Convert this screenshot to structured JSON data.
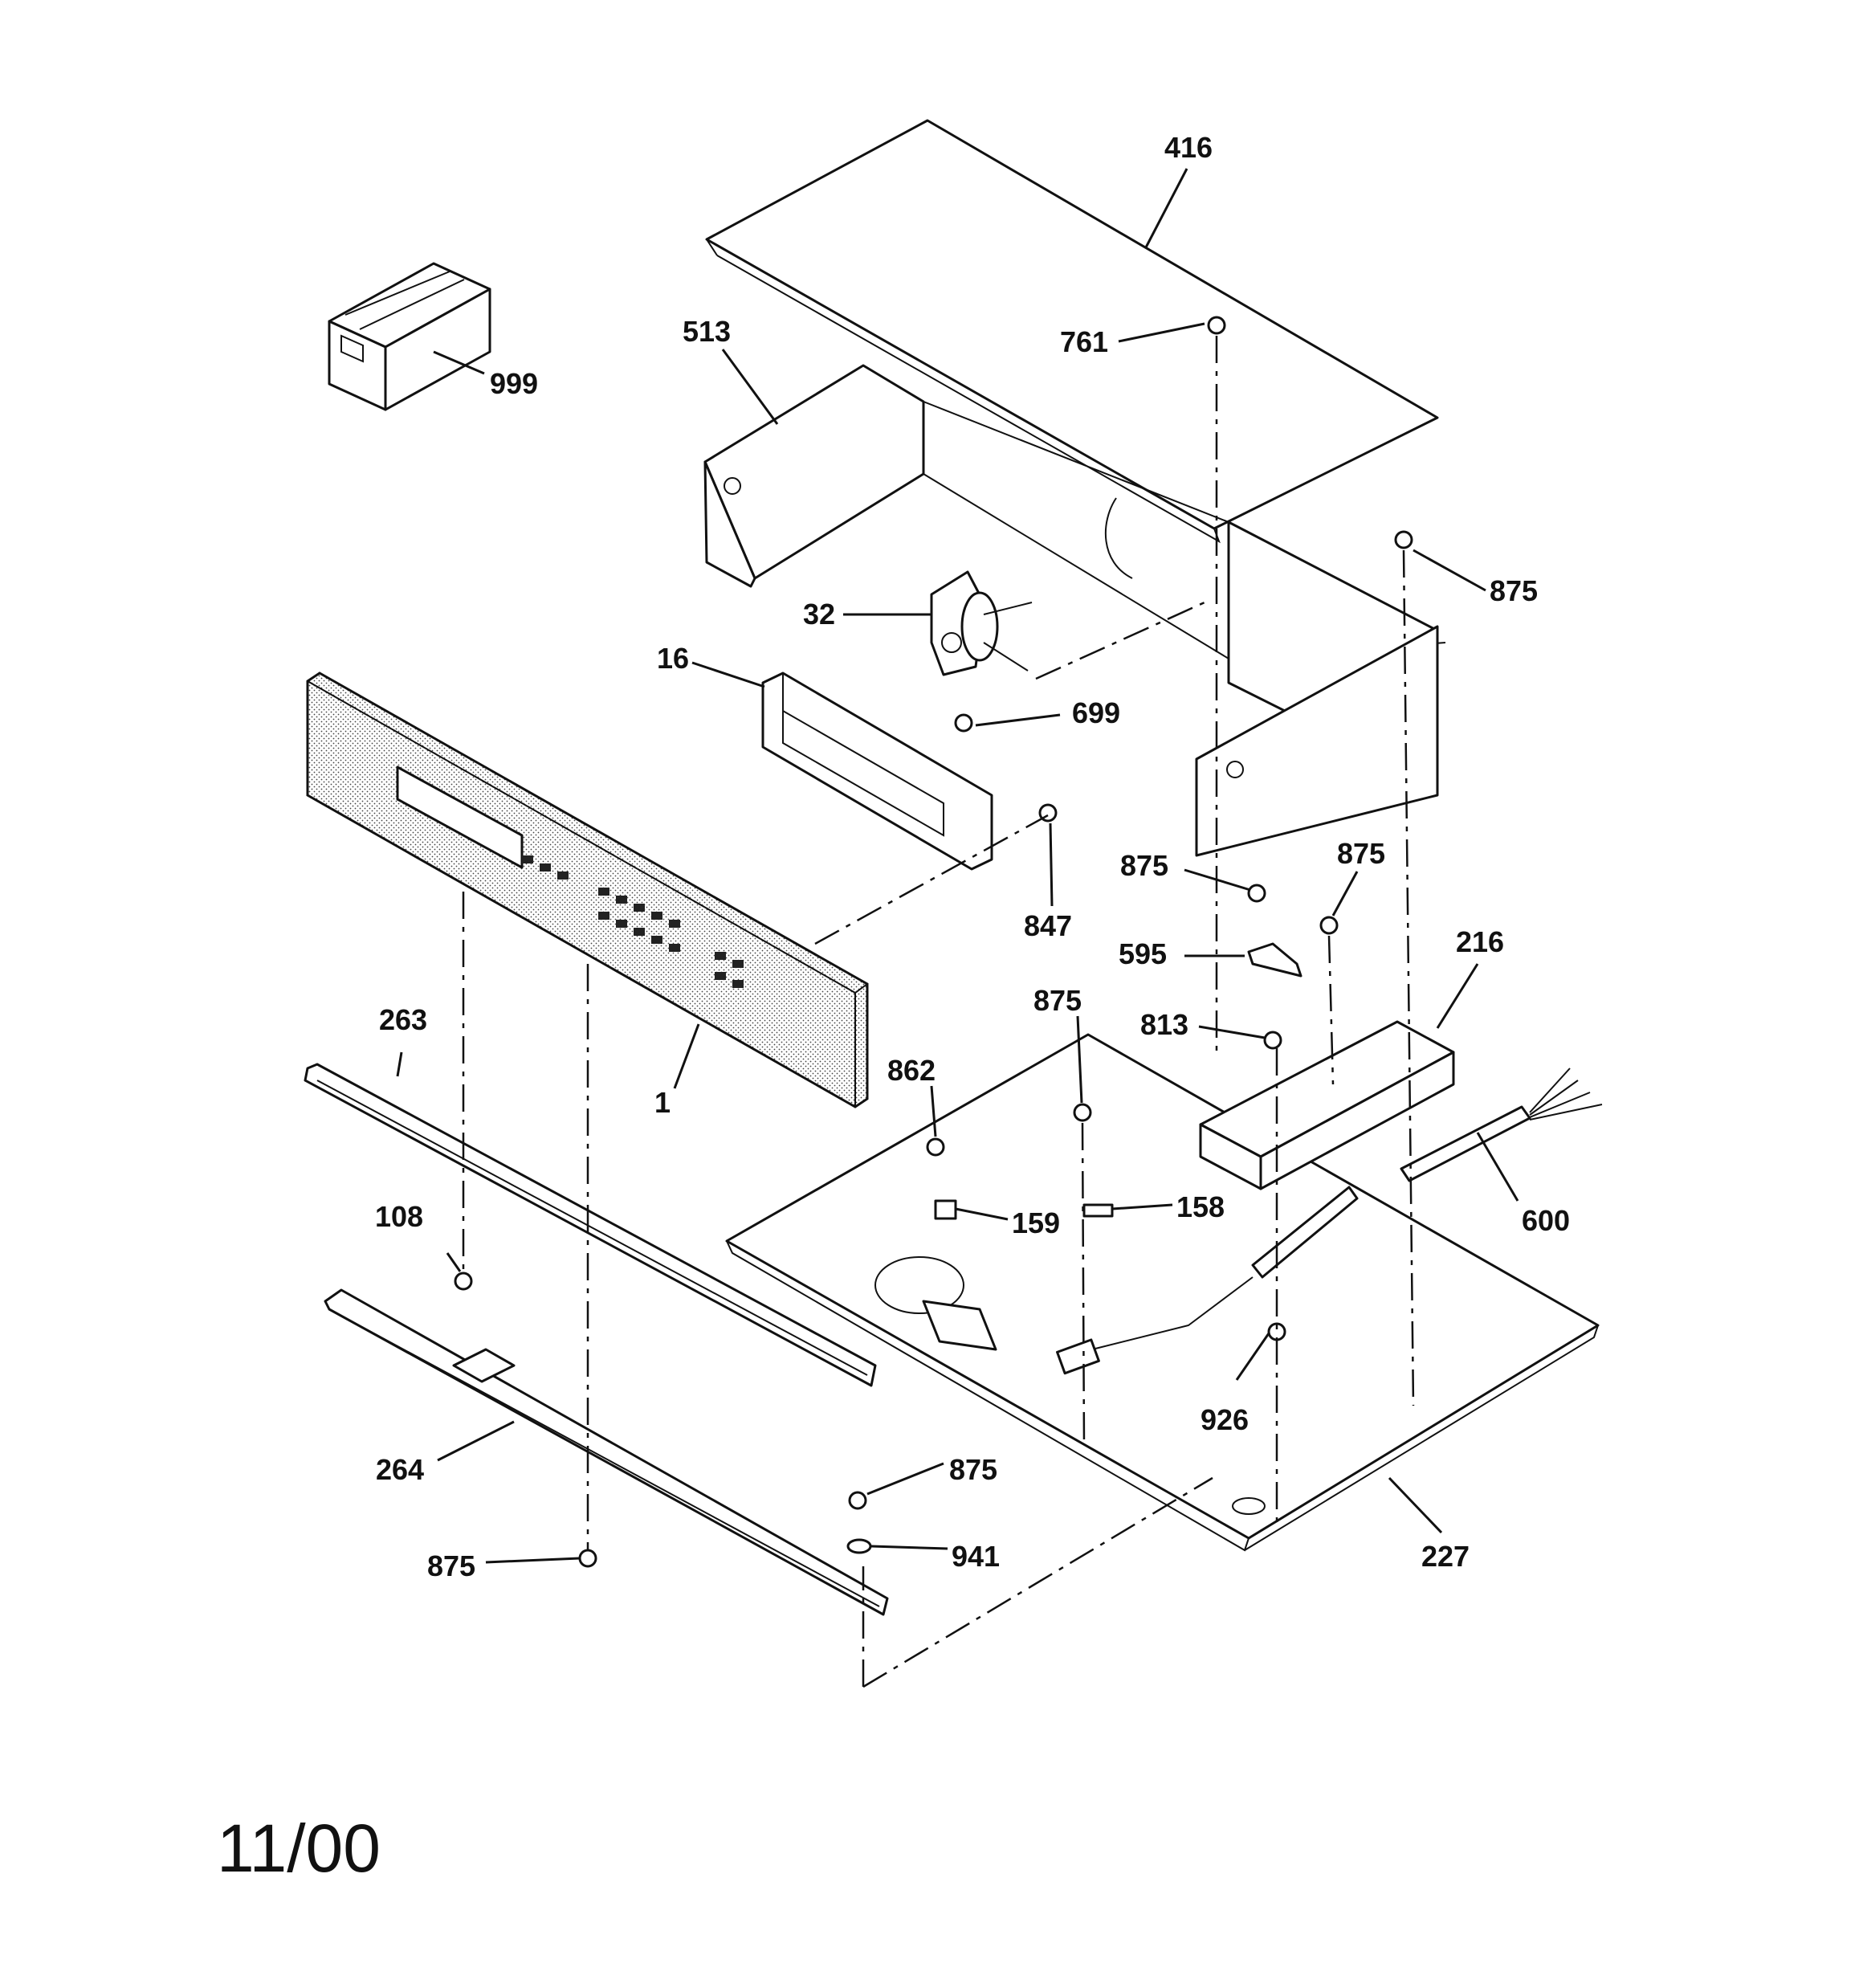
{
  "diagram": {
    "callouts": {
      "c416": "416",
      "c513": "513",
      "c999": "999",
      "c761": "761",
      "c875_top_right": "875",
      "c32": "32",
      "c16": "16",
      "c699": "699",
      "c847": "847",
      "c875_mid_left": "875",
      "c875_mid_right": "875",
      "c595": "595",
      "c216": "216",
      "c263": "263",
      "c1": "1",
      "c875_base": "875",
      "c862": "862",
      "c813": "813",
      "c159": "159",
      "c158": "158",
      "c600": "600",
      "c108": "108",
      "c926": "926",
      "c264": "264",
      "c875_lower": "875",
      "c941": "941",
      "c875_bottom": "875",
      "c227": "227"
    },
    "date_code": "11/00"
  }
}
